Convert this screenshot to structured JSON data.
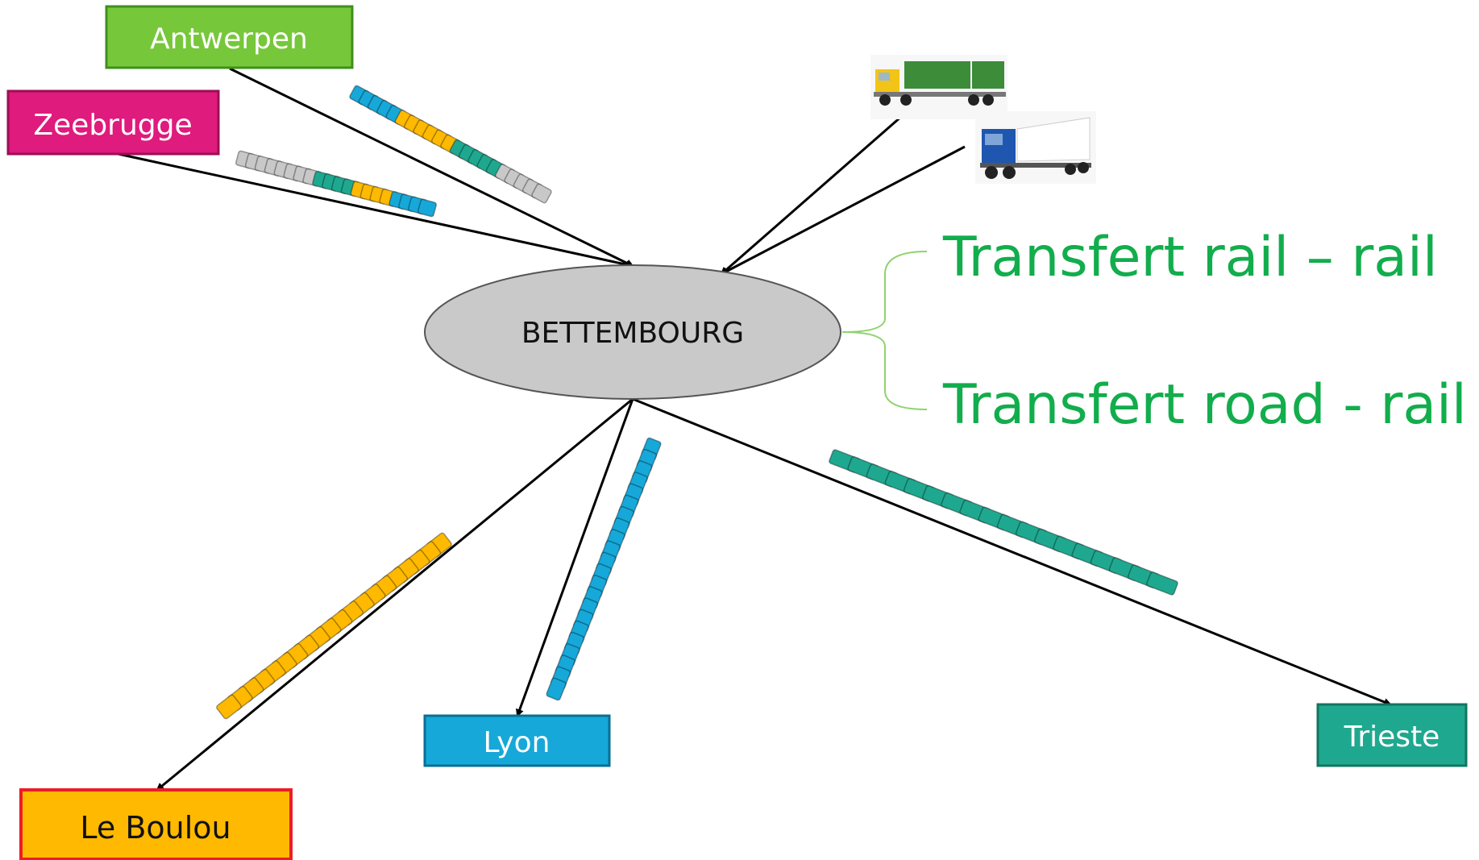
{
  "hub": {
    "label": "BETTEMBOURG",
    "fill": "#c9c9c9"
  },
  "origins": {
    "antwerpen": {
      "label": "Antwerpen",
      "color": "#77c73a",
      "text_color": "#ffffff"
    },
    "zeebrugge": {
      "label": "Zeebrugge",
      "color": "#df1b7d",
      "text_color": "#ffffff"
    }
  },
  "destinations": {
    "le_boulou": {
      "label": "Le Boulou",
      "color": "#ffb900",
      "border": "#ee1c25",
      "text_color": "#111111"
    },
    "lyon": {
      "label": "Lyon",
      "color": "#16a8d9",
      "text_color": "#ffffff"
    },
    "trieste": {
      "label": "Trieste",
      "color": "#1fa890",
      "text_color": "#ffffff"
    }
  },
  "transfers": {
    "rail_rail": "Transfert rail – rail",
    "road_rail": "Transfert road - rail",
    "color": "#12ad4c"
  },
  "trucks": [
    {
      "icon": "container-truck-icon",
      "color": "#3c8c3a"
    },
    {
      "icon": "semi-truck-icon",
      "color": "#1f56b0"
    }
  ],
  "wagon_colors": {
    "blue": "#16a8d9",
    "orange": "#ffb900",
    "teal": "#1fa890",
    "grey": "#c8c8c8"
  }
}
